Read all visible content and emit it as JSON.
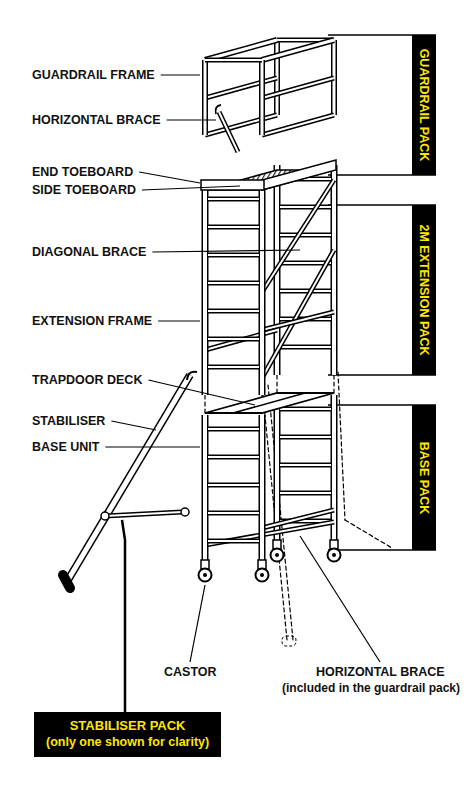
{
  "diagram": {
    "nodes": [
      {
        "text": [
          "GUARDRAIL PACK"
        ]
      },
      {
        "text": [
          "2M EXTENSION PACK"
        ]
      },
      {
        "text": [
          "BASE PACK"
        ]
      },
      {
        "text": [
          "STABILISER PACK",
          "(only one shown for clarity)"
        ]
      }
    ],
    "edges": [],
    "labels": [
      "GUARDRAIL FRAME",
      "HORIZONTAL BRACE",
      "END TOEBOARD",
      "SIDE TOEBOARD",
      "DIAGONAL BRACE",
      "EXTENSION FRAME",
      "TRAPDOOR DECK",
      "STABILISER",
      "BASE UNIT",
      "CASTOR",
      "HORIZONTAL BRACE",
      "(included in the guardrail pack)"
    ]
  }
}
